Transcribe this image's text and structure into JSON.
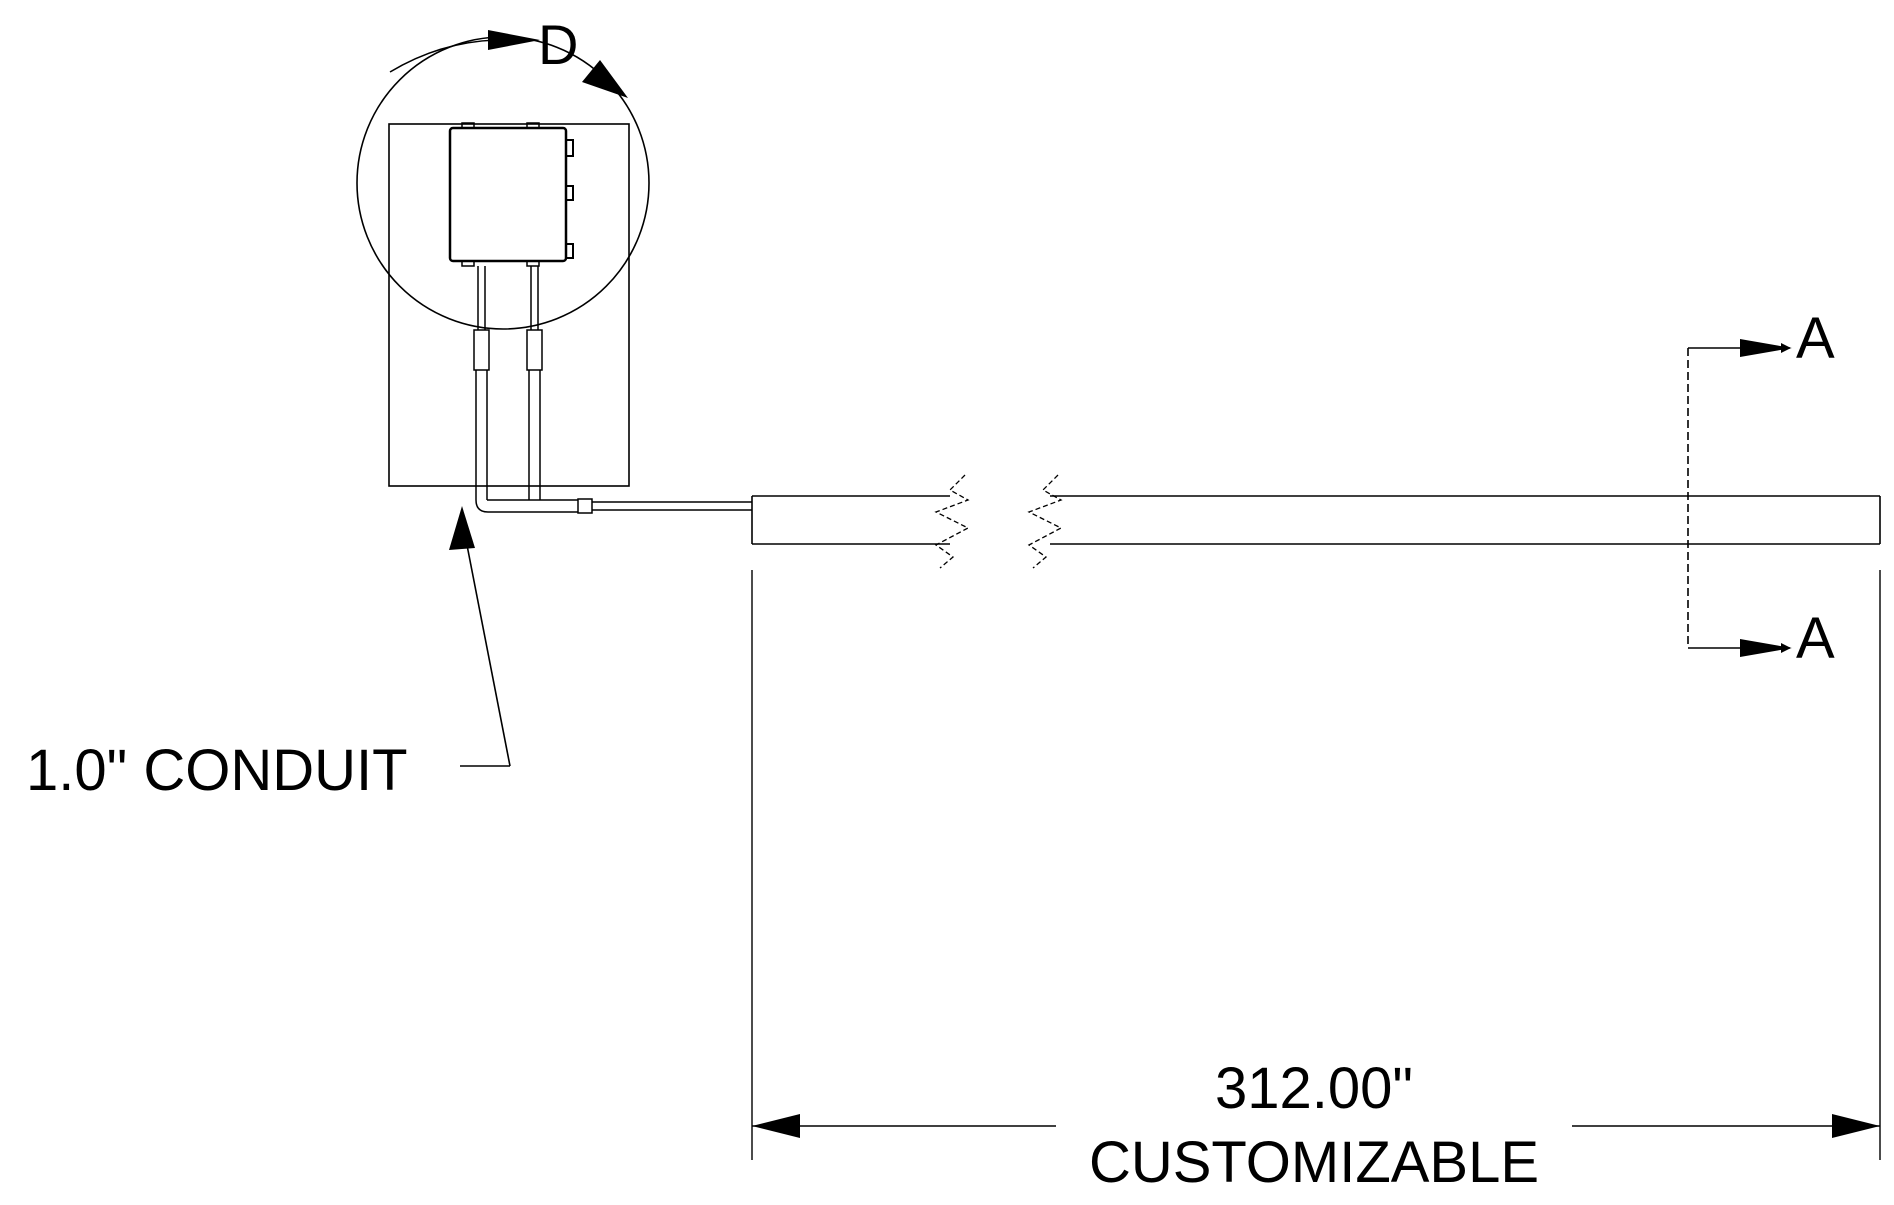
{
  "detail_callout": {
    "letter": "D"
  },
  "section_marks": {
    "top_letter": "A",
    "bottom_letter": "A"
  },
  "conduit_callout": {
    "label": "1.0\" CONDUIT"
  },
  "dimension": {
    "value": "312.00\"",
    "note": "CUSTOMIZABLE"
  },
  "colors": {
    "line": "#000000",
    "background": "#ffffff"
  }
}
